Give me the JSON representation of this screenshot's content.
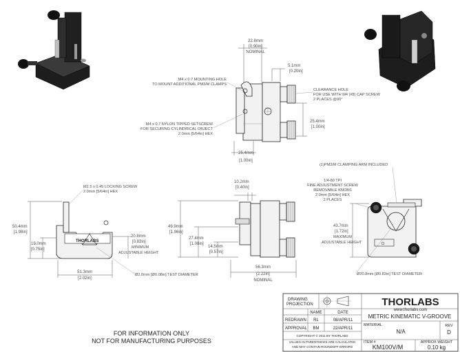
{
  "front_view": {
    "mount_hole_note": [
      "M4 x 0.7 MOUNTING HOLE",
      "TO MOUNT ADDITIONAL PM3/M CLAMPS"
    ],
    "setscrew_note": [
      "M4 x 0.7 NYLON TIPPED SETSCREW",
      "FOR SECURING CYLINDRICAL OBJECT",
      "2.0mm [5/64in] HEX"
    ],
    "clearance_note": [
      "CLEARANCE HOLE",
      "FOR USE WITH M4 (#8) CAP SCREW",
      "2 PLACES @90°"
    ],
    "dim_width": [
      "22.8mm",
      "[0.90in]",
      "NOMINAL"
    ],
    "dim_offset": [
      "5.1mm",
      "[0.20in]"
    ],
    "dim_right_height": [
      "25.4mm",
      "[1.00in]"
    ],
    "dim_bottom": [
      "25.4mm",
      "[1.00in]"
    ]
  },
  "side_view": {
    "locking_note": [
      "M2.5 x 0.45 LOCKING SCREW",
      "2.0mm [5/64in] HEX"
    ],
    "dim_height": [
      "50.4mm",
      "[1.98in]"
    ],
    "dim_low": [
      "19.0mm",
      "[0.75in]"
    ],
    "dim_min": [
      "20.8mm",
      "[0.82in]",
      "MINIMUM",
      "ADJUSTABLE HEIGHT"
    ],
    "dim_base": [
      "51.3mm",
      "[2.02in]"
    ],
    "test_dia": "Ø2.0mm [Ø0.08in] TEST DIAMETER"
  },
  "rear_view": {
    "dim_top": [
      "10.2mm",
      "[0.40in]"
    ],
    "dim_height": [
      "49.9mm",
      "[1.96in]"
    ],
    "dim_mid": [
      "27.4mm",
      "[1.08in]"
    ],
    "dim_low": [
      "14.5mm",
      "[0.57in]"
    ],
    "dim_width": [
      "56.3mm",
      "[2.22in]",
      "NOMINAL"
    ]
  },
  "right_view": {
    "clamp_note": "(1)PM3/M CLAMPING ARM INCLUDED",
    "adj_note": [
      "1/4-80 TPI",
      "FINE ADJUSTMENT SCREW",
      "REMOVABLE KNOBS",
      "2.0mm [5/64in] HEX",
      "2 PLACES"
    ],
    "dim_max": [
      "43.7mm",
      "[1.72in]",
      "MAXIMUM",
      "ADJUSTABLE HEIGHT"
    ],
    "test_dia": "Ø20.8mm [Ø0.82in] TEST DIAMETER"
  },
  "disclaimer": [
    "FOR INFORMATION ONLY",
    "NOT FOR MANUFACTURING PURPOSES"
  ],
  "title_block": {
    "drawing_projection": [
      "DRAWING",
      "PROJECTION"
    ],
    "logo": "THORLABS",
    "website": "www.thorlabs.com",
    "col_name": "NAME",
    "col_date": "DATE",
    "rows": [
      {
        "label": "REDRAWN",
        "name": "RL",
        "date": "08/APR/11"
      },
      {
        "label": "APPROVAL",
        "name": "BM",
        "date": "22/APR/11"
      }
    ],
    "title": "METRIC KINEMATIC V-GROOVE",
    "material_label": "MATERIAL",
    "material": "N/A",
    "rev_label": "REV",
    "rev": "D",
    "copyright": "COPYRIGHT © 2011 BY THORLABS",
    "values_note": [
      "VALUES IN PARENTHESIS ARE CALCULATED",
      "AND MAY CONTAIN ROUNDOFF ERRORS"
    ],
    "item_label": "ITEM #",
    "item": "KM100V/M",
    "weight_label": "APPROX WEIGHT",
    "weight": "0.10 kg"
  },
  "colors": {
    "part_dark": "#1d1d1d",
    "line": "#555555",
    "text": "#4a4a4a"
  }
}
